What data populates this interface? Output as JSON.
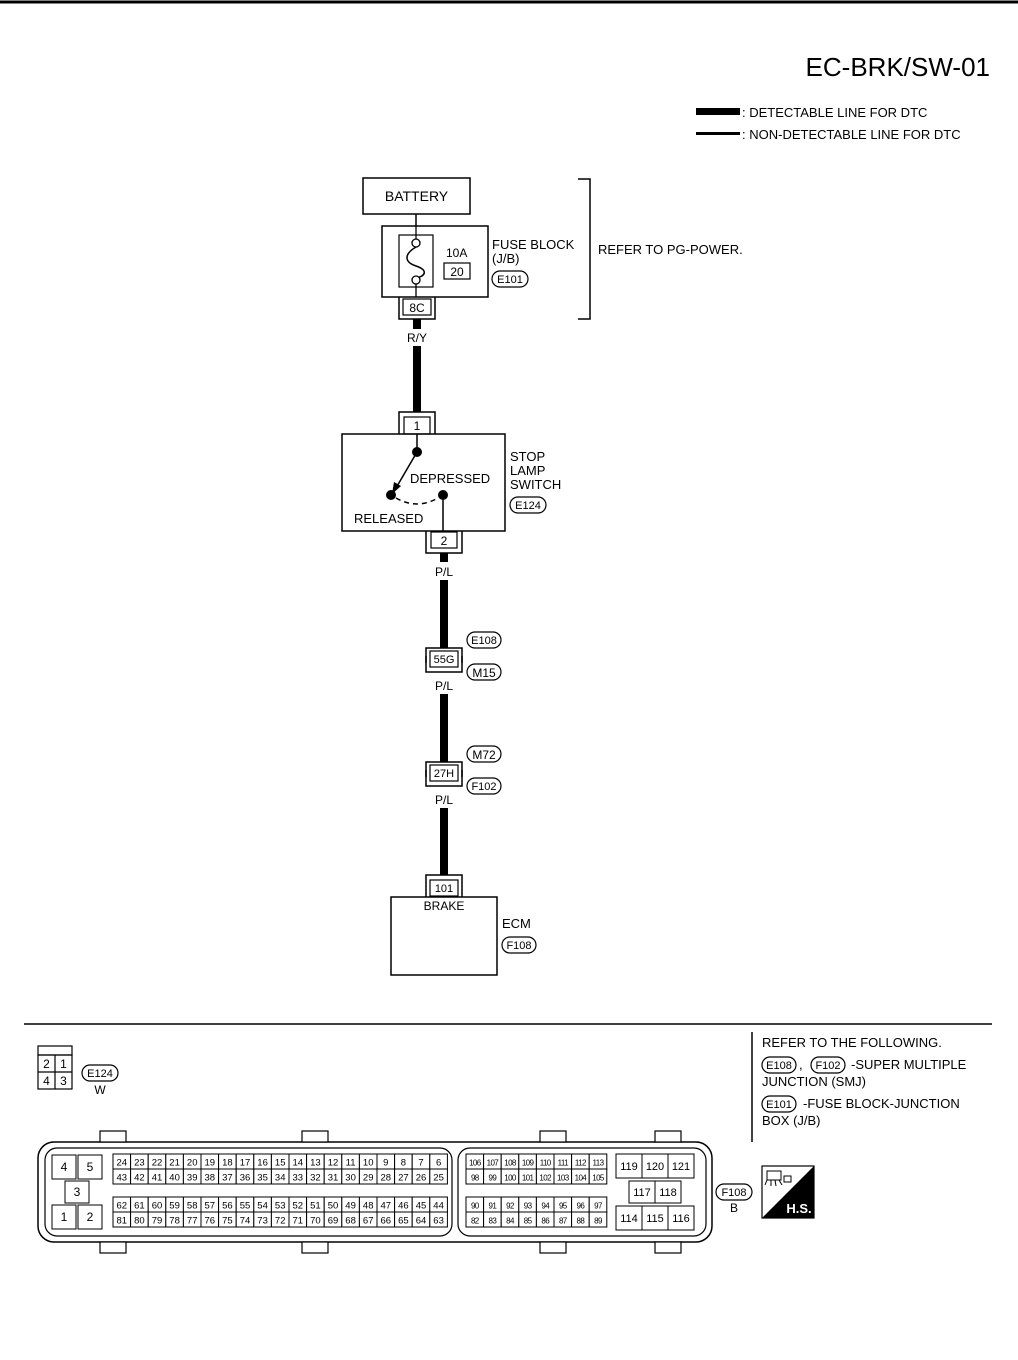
{
  "page_id": "EC-BRK/SW-01",
  "legend": {
    "detectable": ": DETECTABLE LINE FOR DTC",
    "non_detectable": ": NON-DETECTABLE LINE FOR DTC"
  },
  "battery": "BATTERY",
  "fuse_block": {
    "label_line1": "FUSE BLOCK",
    "label_line2": "(J/B)",
    "connector": "E101",
    "rating": "10A",
    "number": "20",
    "terminal": "8C",
    "refer": "REFER TO PG-POWER."
  },
  "wires": {
    "ry": "R/Y",
    "pl1": "P/L",
    "pl2": "P/L",
    "pl3": "P/L"
  },
  "stop_lamp_switch": {
    "label_line1": "STOP",
    "label_line2": "LAMP",
    "label_line3": "SWITCH",
    "connector": "E124",
    "terminal_in": "1",
    "terminal_out": "2",
    "depressed": "DEPRESSED",
    "released": "RELEASED"
  },
  "junction1": {
    "terminal": "55G",
    "conn_top": "E108",
    "conn_bottom": "M15"
  },
  "junction2": {
    "terminal": "27H",
    "conn_top": "M72",
    "conn_bottom": "F102"
  },
  "ecm": {
    "label": "ECM",
    "connector": "F108",
    "terminal": "101",
    "pin_name": "BRAKE"
  },
  "refer_following": {
    "heading": "REFER TO THE FOLLOWING.",
    "conn_a": "E108",
    "comma": ",",
    "conn_b": "F102",
    "smj_line1": "-SUPER MULTIPLE",
    "smj_line2": "JUNCTION (SMJ)",
    "conn_c": "E101",
    "fb_line1": "-FUSE BLOCK-JUNCTION",
    "fb_line2": "BOX (J/B)"
  },
  "e124_face": {
    "pins": [
      "2",
      "1",
      "4",
      "3"
    ],
    "connector": "E124",
    "color": "W"
  },
  "f108_face": {
    "connector": "F108",
    "color": "B",
    "left_pins": [
      "4",
      "5",
      "3",
      "1",
      "2"
    ],
    "row1": [
      "24",
      "23",
      "22",
      "21",
      "20",
      "19",
      "18",
      "17",
      "16",
      "15",
      "14",
      "13",
      "12",
      "11",
      "10",
      "9",
      "8",
      "7",
      "6"
    ],
    "row2": [
      "43",
      "42",
      "41",
      "40",
      "39",
      "38",
      "37",
      "36",
      "35",
      "34",
      "33",
      "32",
      "31",
      "30",
      "29",
      "28",
      "27",
      "26",
      "25"
    ],
    "row3": [
      "62",
      "61",
      "60",
      "59",
      "58",
      "57",
      "56",
      "55",
      "54",
      "53",
      "52",
      "51",
      "50",
      "49",
      "48",
      "47",
      "46",
      "45",
      "44"
    ],
    "row4": [
      "81",
      "80",
      "79",
      "78",
      "77",
      "76",
      "75",
      "74",
      "73",
      "72",
      "71",
      "70",
      "69",
      "68",
      "67",
      "66",
      "65",
      "64",
      "63"
    ],
    "row5": [
      "106",
      "107",
      "108",
      "109",
      "110",
      "111",
      "112",
      "113"
    ],
    "row6": [
      "98",
      "99",
      "100",
      "101",
      "102",
      "103",
      "104",
      "105"
    ],
    "row7": [
      "90",
      "91",
      "92",
      "93",
      "94",
      "95",
      "96",
      "97"
    ],
    "row8": [
      "82",
      "83",
      "84",
      "85",
      "86",
      "87",
      "88",
      "89"
    ],
    "right_top": [
      "119",
      "120",
      "121"
    ],
    "right_mid": [
      "117",
      "118"
    ],
    "right_bot": [
      "114",
      "115",
      "116"
    ]
  },
  "hs_badge": "H.S."
}
